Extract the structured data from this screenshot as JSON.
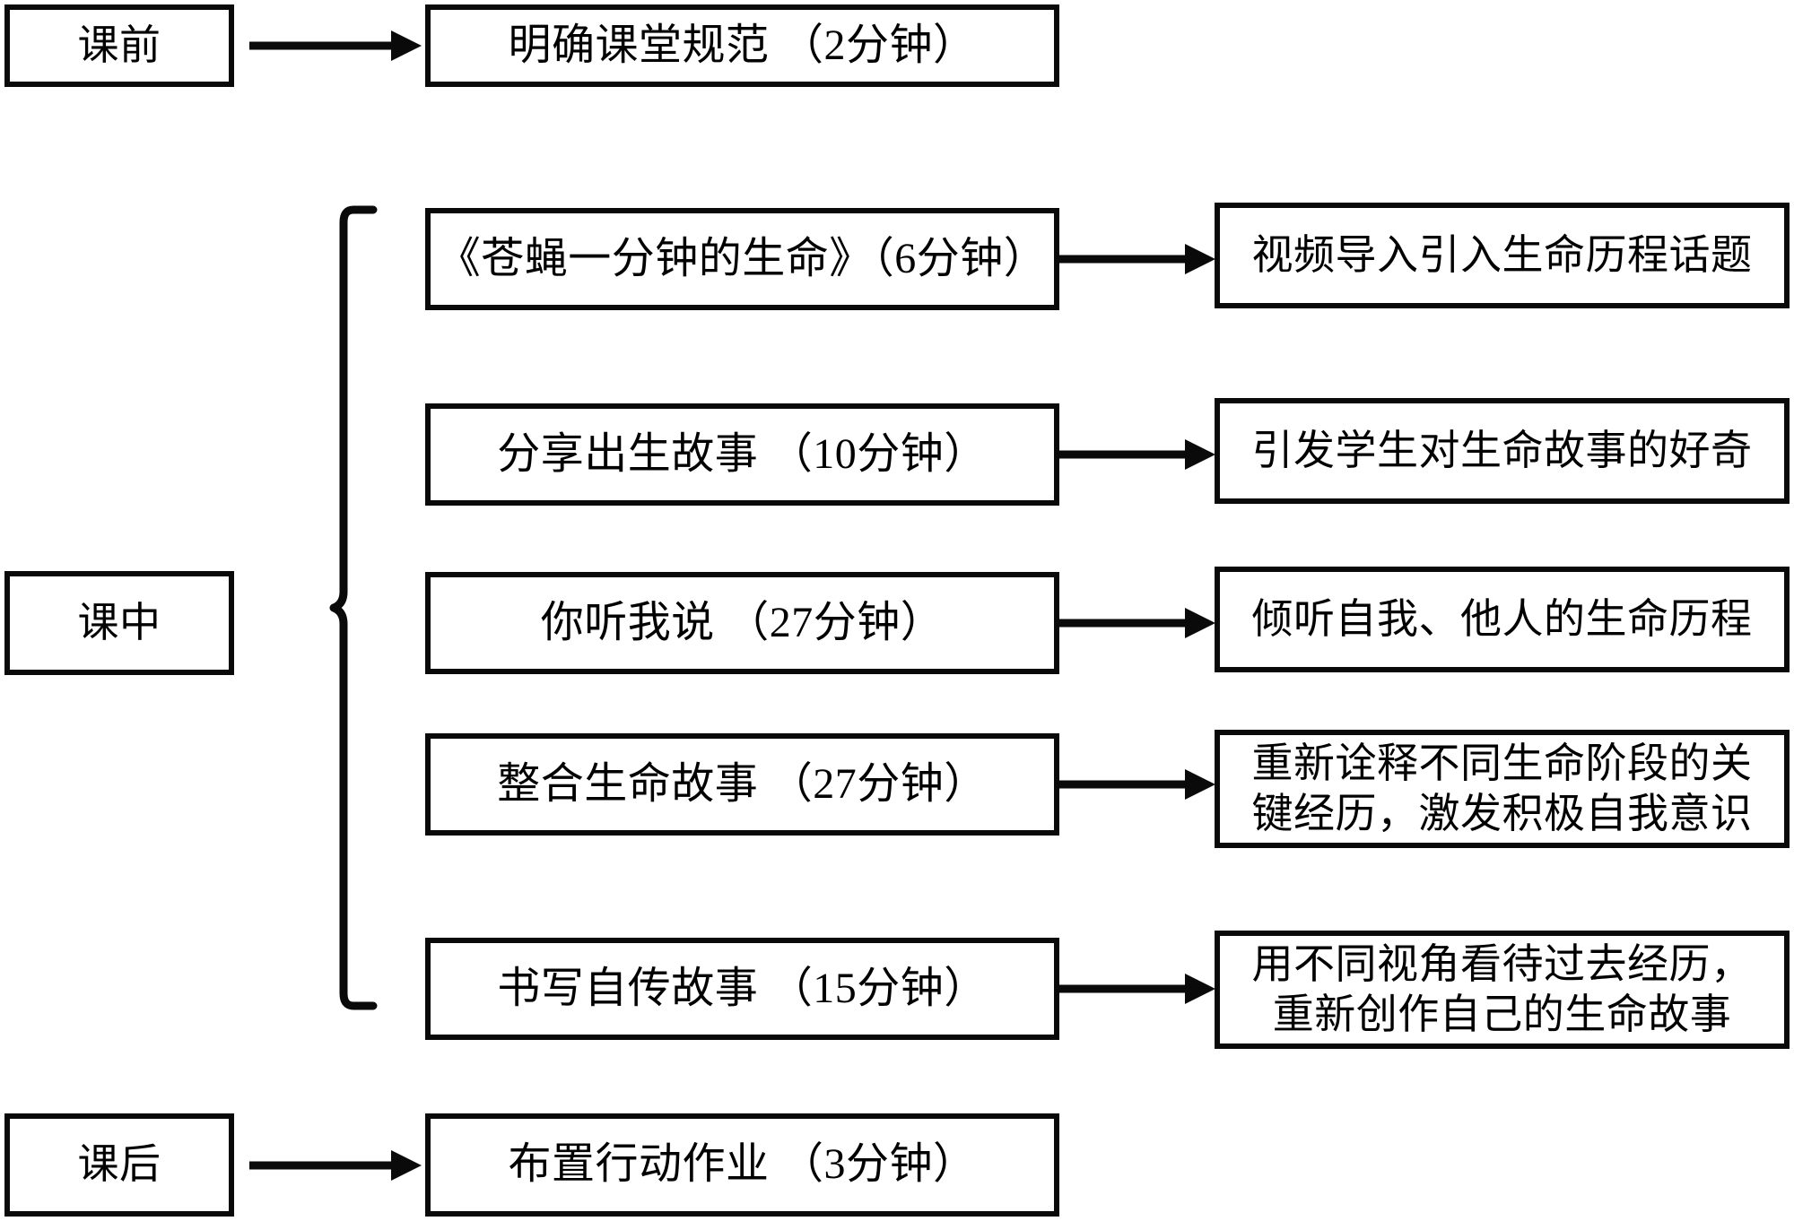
{
  "diagram": {
    "type": "flowchart",
    "title": "",
    "colors": {
      "stroke": "#0a0a0a",
      "background": "#ffffff",
      "text": "#000000"
    },
    "phases": [
      {
        "id": "before",
        "label": "课前"
      },
      {
        "id": "during",
        "label": "课中"
      },
      {
        "id": "after",
        "label": "课后"
      }
    ],
    "rows": [
      {
        "phase": "课前",
        "activity": "明确课堂规范  （2分钟）",
        "duration_minutes": 2,
        "outcome": ""
      },
      {
        "phase": "课中",
        "activity": "《苍蝇一分钟的生命》（6分钟）",
        "duration_minutes": 6,
        "outcome": "视频导入引入生命历程话题"
      },
      {
        "phase": "课中",
        "activity": "分享出生故事  （10分钟）",
        "duration_minutes": 10,
        "outcome": "引发学生对生命故事的好奇"
      },
      {
        "phase": "课中",
        "activity": "你听我说   （27分钟）",
        "duration_minutes": 27,
        "outcome": "倾听自我、他人的生命历程"
      },
      {
        "phase": "课中",
        "activity": "整合生命故事  （27分钟）",
        "duration_minutes": 27,
        "outcome": "重新诠释不同生命阶段的关\n键经历，激发积极自我意识"
      },
      {
        "phase": "课中",
        "activity": "书写自传故事  （15分钟）",
        "duration_minutes": 15,
        "outcome": "用不同视角看待过去经历，\n重新创作自己的生命故事"
      },
      {
        "phase": "课后",
        "activity": "布置行动作业  （3分钟）",
        "duration_minutes": 3,
        "outcome": ""
      }
    ],
    "connectors": {
      "arrow_before": "arrow-right",
      "arrow_after": "arrow-right",
      "brace": "left-curly-brace-grouping-five-during-class-steps"
    }
  }
}
